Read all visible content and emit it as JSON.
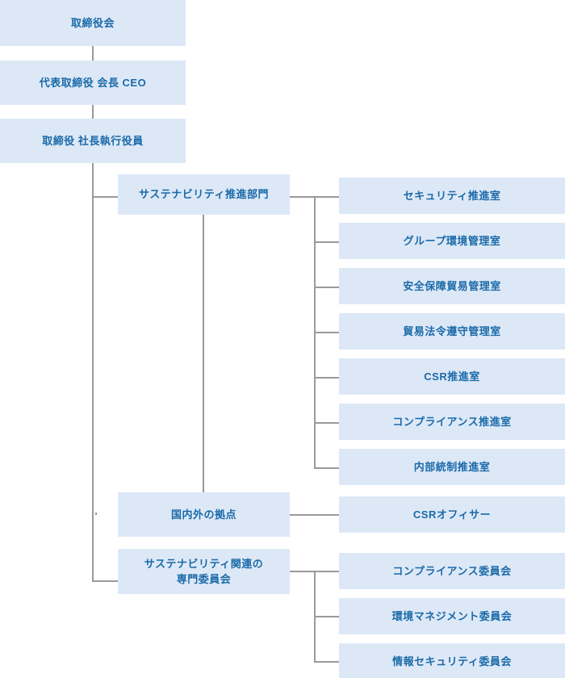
{
  "diagram": {
    "type": "organization-chart",
    "title": "",
    "colors": {
      "node_background": "#dde8f7",
      "node_text": "#1a6aa8",
      "connector": "#9a9a9a",
      "page_background": "#ffffff"
    },
    "columns": {
      "executive": [
        {
          "id": "board-of-directors",
          "label": "取締役会"
        },
        {
          "id": "representative-director-chairman-ceo",
          "label": "代表取締役 会長 CEO"
        },
        {
          "id": "director-president-executive-officer",
          "label": "取締役 社長執行役員"
        }
      ],
      "divisions": [
        {
          "id": "sustainability-promotion-division",
          "label": "サステナビリティ推進部門"
        },
        {
          "id": "domestic-overseas-bases",
          "label": "国内外の拠点"
        },
        {
          "id": "sustainability-related-committees",
          "label_line1": "サステナビリティ関連の",
          "label_line2": "専門委員会"
        }
      ],
      "sustainability_offices": [
        {
          "id": "security-promotion-office",
          "label": "セキュリティ推進室"
        },
        {
          "id": "group-environment-management-office",
          "label": "グループ環境管理室"
        },
        {
          "id": "security-trade-control-office",
          "label": "安全保障貿易管理室"
        },
        {
          "id": "trade-compliance-management-office",
          "label": "貿易法令遵守管理室"
        },
        {
          "id": "csr-promotion-office",
          "label": "CSR推進室"
        },
        {
          "id": "compliance-promotion-office",
          "label": "コンプライアンス推進室"
        },
        {
          "id": "internal-control-promotion-office",
          "label": "内部統制推進室"
        }
      ],
      "base_roles": [
        {
          "id": "csr-officer",
          "label": "CSRオフィサー"
        }
      ],
      "committees": [
        {
          "id": "compliance-committee",
          "label": "コンプライアンス委員会"
        },
        {
          "id": "environmental-management-committee",
          "label": "環境マネジメント委員会"
        },
        {
          "id": "information-security-committee",
          "label": "情報セキュリティ委員会"
        }
      ]
    }
  }
}
